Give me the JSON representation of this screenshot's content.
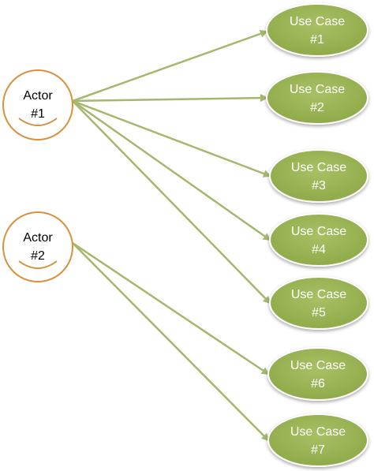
{
  "colors": {
    "use_case_fill": "#9bb356",
    "use_case_stroke": "#ffffff",
    "arrow": "#a3b86c",
    "actor_ring": "#d9913d",
    "actor_ring_shadow": "#e9b27a",
    "use_case_text": "#ffffff",
    "actor_text": "#000000"
  },
  "actors": [
    {
      "id": "actor-1",
      "line1": "Actor",
      "line2": "#1"
    },
    {
      "id": "actor-2",
      "line1": "Actor",
      "line2": "#2"
    }
  ],
  "use_cases": [
    {
      "id": "uc-1",
      "line1": "Use Case",
      "line2": "#1"
    },
    {
      "id": "uc-2",
      "line1": "Use Case",
      "line2": "#2"
    },
    {
      "id": "uc-3",
      "line1": "Use Case",
      "line2": "#3"
    },
    {
      "id": "uc-4",
      "line1": "Use Case",
      "line2": "#4"
    },
    {
      "id": "uc-5",
      "line1": "Use Case",
      "line2": "#5"
    },
    {
      "id": "uc-6",
      "line1": "Use Case",
      "line2": "#6"
    },
    {
      "id": "uc-7",
      "line1": "Use Case",
      "line2": "#7"
    }
  ],
  "associations": [
    {
      "from": "actor-1",
      "to": "uc-1"
    },
    {
      "from": "actor-1",
      "to": "uc-2"
    },
    {
      "from": "actor-1",
      "to": "uc-3"
    },
    {
      "from": "actor-1",
      "to": "uc-4"
    },
    {
      "from": "actor-1",
      "to": "uc-5"
    },
    {
      "from": "actor-2",
      "to": "uc-6"
    },
    {
      "from": "actor-2",
      "to": "uc-7"
    }
  ]
}
